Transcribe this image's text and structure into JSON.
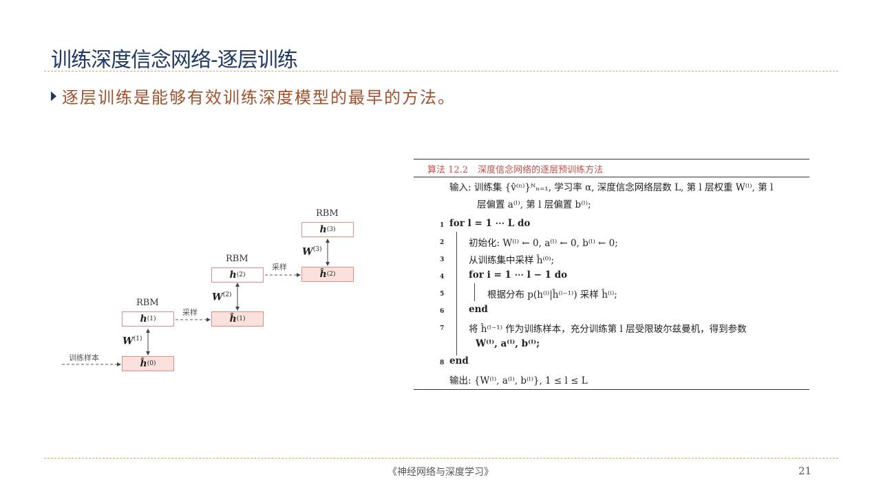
{
  "title": "训练深度信念网络-逐层训练",
  "bullet": "逐层训练是能够有效训练深度模型的最早的方法。",
  "diagram": {
    "rbm_label": "RBM",
    "h1": "h",
    "h1_sup": "(1)",
    "h2": "h",
    "h2_sup": "(2)",
    "h3": "h",
    "h3_sup": "(3)",
    "hh0": "ĥ",
    "hh0_sup": "(0)",
    "hh1": "ĥ",
    "hh1_sup": "(1)",
    "hh2": "ĥ",
    "hh2_sup": "(2)",
    "w": "W",
    "w1_sup": "(1)",
    "w2_sup": "(2)",
    "w3_sup": "(3)",
    "sample_label": "采样",
    "train_sample_label": "训练样本"
  },
  "algorithm": {
    "name": "算法 12.2",
    "title": "深度信念网络的逐层预训练方法",
    "input_1": "输入: 训练集 {v̂⁽ⁿ⁾}ᴺₙ₌₁, 学习率 α, 深度信念网络层数 L, 第 l 层权重 W⁽ˡ⁾, 第 l",
    "input_2": "层偏置 a⁽ˡ⁾, 第 l 层偏置 b⁽ˡ⁾;",
    "lines": [
      {
        "num": "1",
        "text": "for l = 1 ⋯ L do"
      },
      {
        "num": "2",
        "text": "初始化: W⁽ˡ⁾ ← 0,  a⁽ˡ⁾ ← 0,  b⁽ˡ⁾ ← 0;"
      },
      {
        "num": "3",
        "text": "从训练集中采样 ĥ⁽⁰⁾;"
      },
      {
        "num": "4",
        "text": "for i = 1 ⋯ l − 1 do"
      },
      {
        "num": "5",
        "text": "根据分布 p(h⁽ⁱ⁾|ĥ⁽ⁱ⁻¹⁾) 采样 ĥ⁽ⁱ⁾;"
      },
      {
        "num": "6",
        "text": "end"
      },
      {
        "num": "7",
        "text": "将 ĥ⁽ˡ⁻¹⁾ 作为训练样本，充分训练第 l 层受限玻尔兹曼机，得到参数"
      },
      {
        "num": "",
        "text": "W⁽ˡ⁾, a⁽ˡ⁾, b⁽ˡ⁾;"
      },
      {
        "num": "8",
        "text": "end"
      }
    ],
    "output": "输出: {W⁽ˡ⁾, a⁽ˡ⁾, b⁽ˡ⁾}, 1 ≤ l ≤ L"
  },
  "footer": "《神经网络与深度学习》",
  "page_number": "21",
  "colors": {
    "title": "#1f3864",
    "bullet": "#a0522d",
    "box_border": "#e08a8a",
    "box_fill": "#fbe1dc",
    "algo_title": "#c0504d"
  }
}
